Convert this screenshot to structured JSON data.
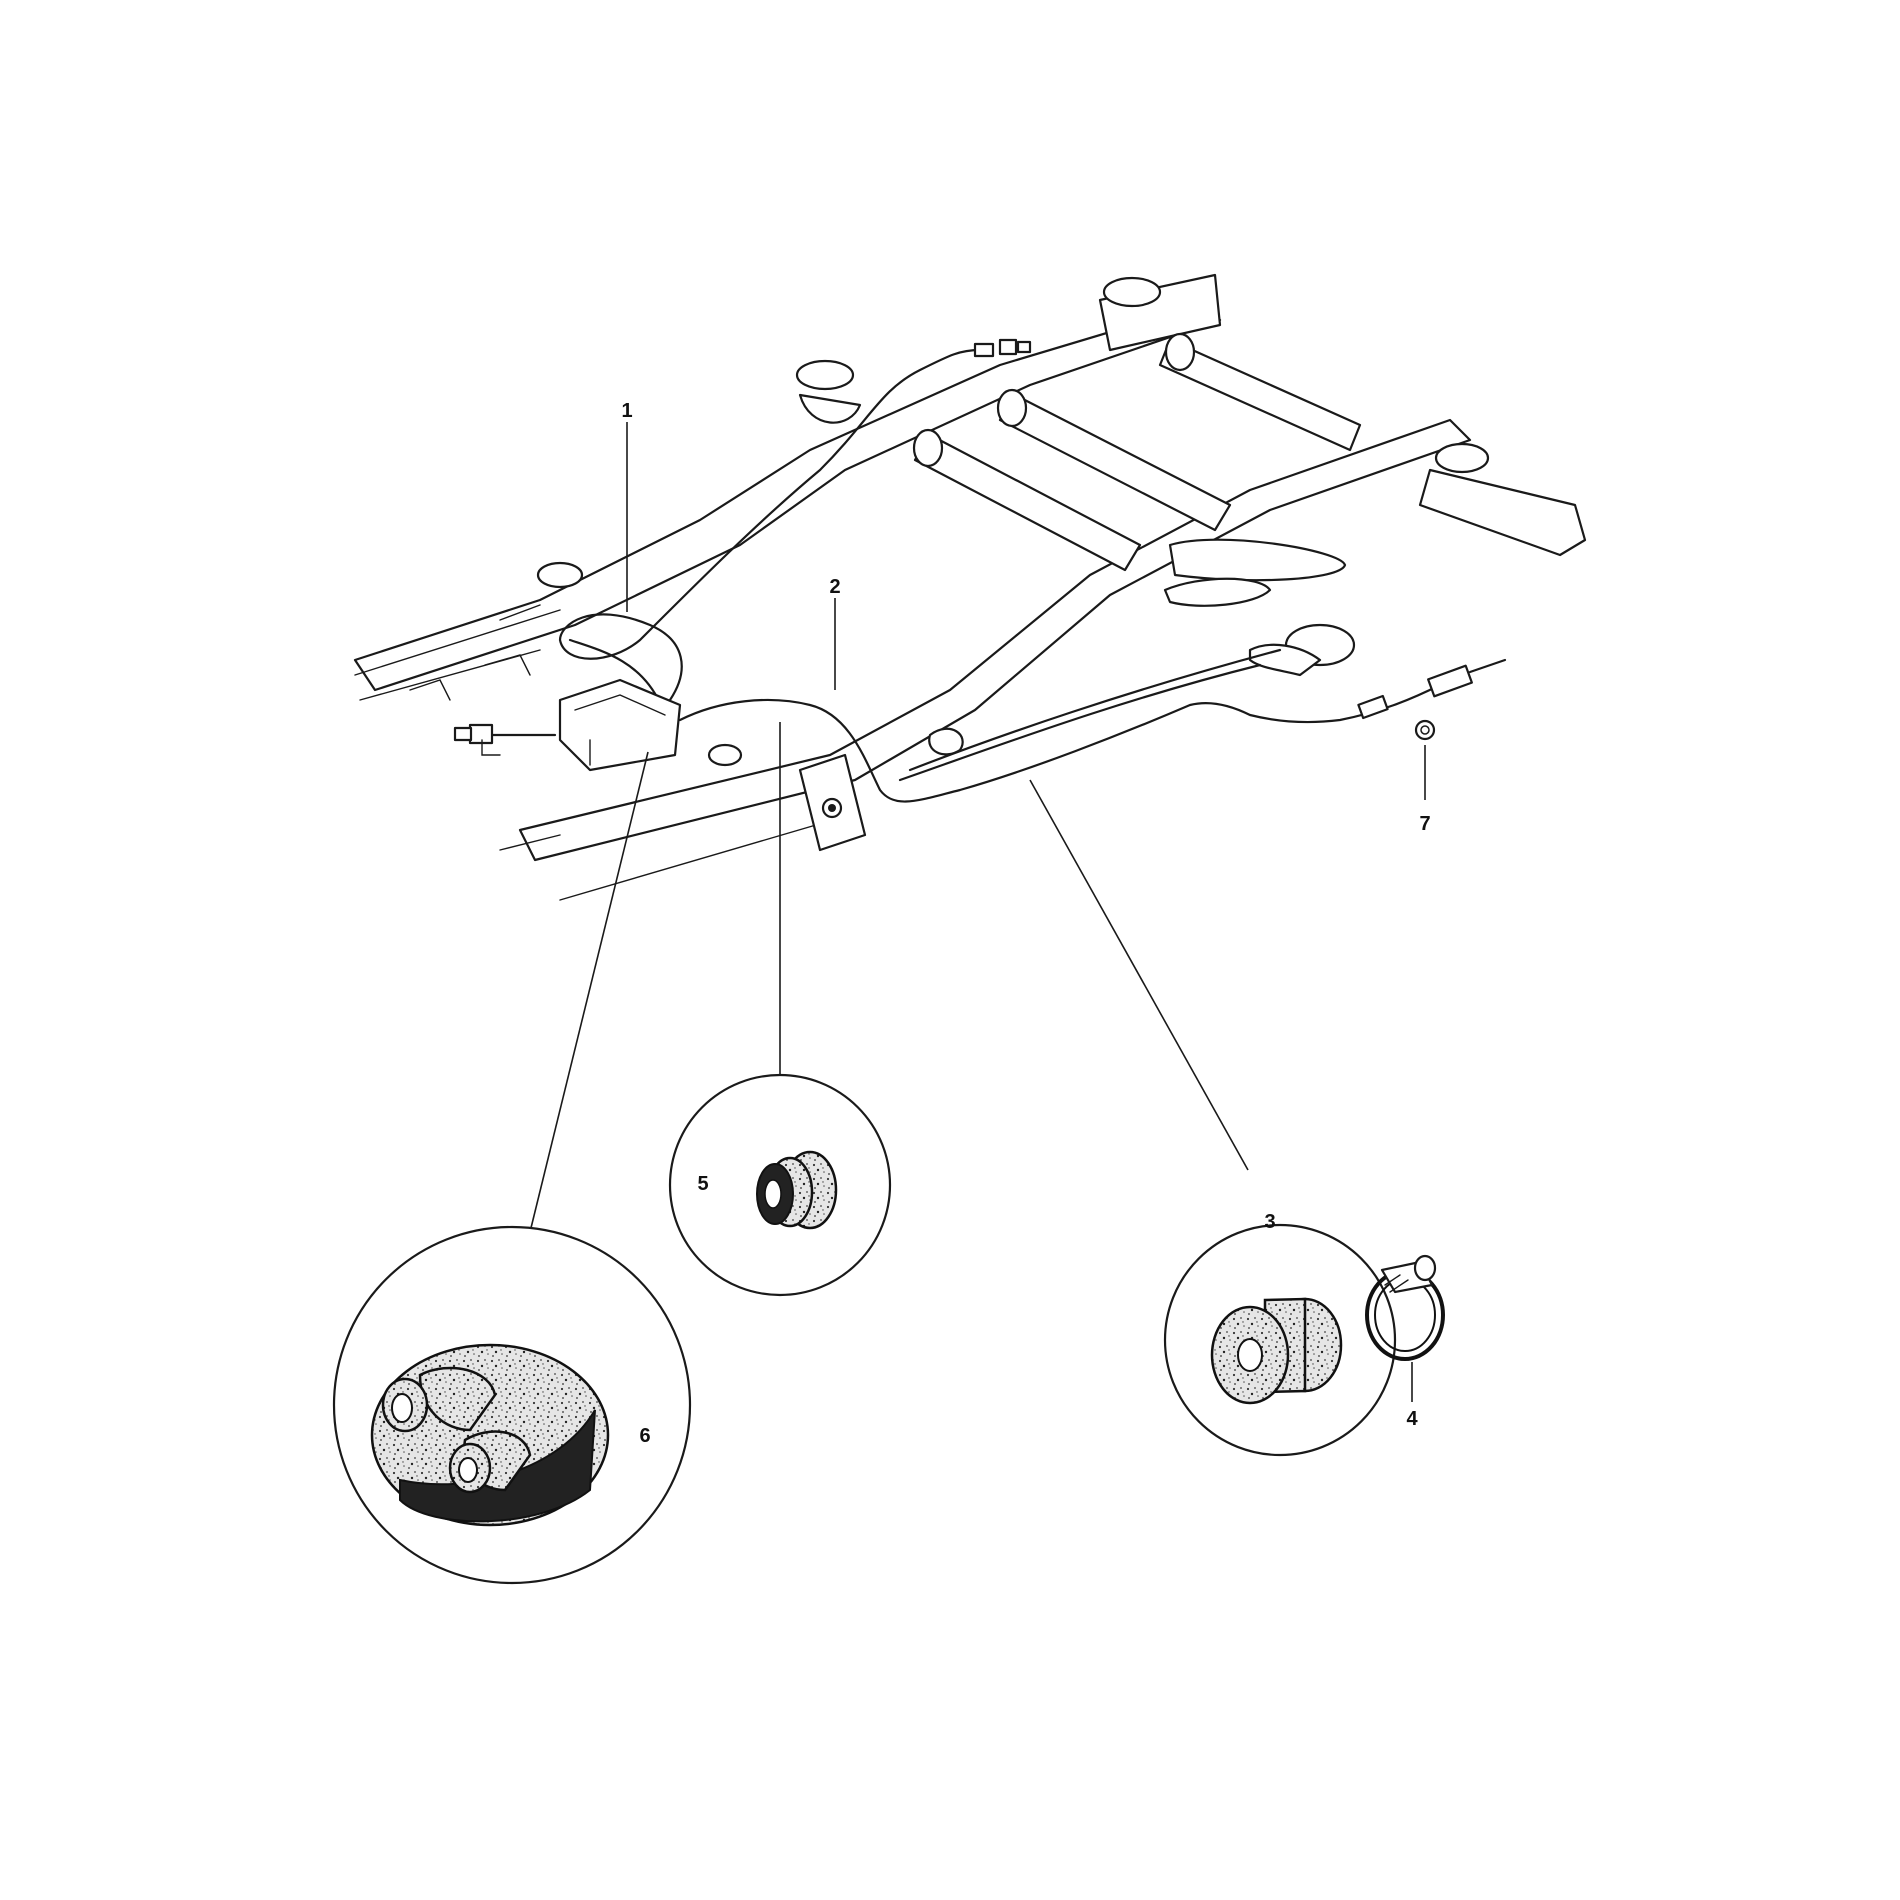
{
  "diagram": {
    "callouts": [
      {
        "id": "1",
        "label": "1"
      },
      {
        "id": "2",
        "label": "2"
      },
      {
        "id": "3",
        "label": "3"
      },
      {
        "id": "4",
        "label": "4"
      },
      {
        "id": "5",
        "label": "5"
      },
      {
        "id": "6",
        "label": "6"
      },
      {
        "id": "7",
        "label": "7"
      }
    ],
    "detail_views": [
      {
        "name": "grommet-detail",
        "parts": [
          "5"
        ]
      },
      {
        "name": "boot-detail",
        "parts": [
          "6"
        ]
      },
      {
        "name": "grommet-clamp-detail",
        "parts": [
          "3",
          "4"
        ]
      }
    ],
    "colors": {
      "ink": "#1a1a1a",
      "paper": "#ffffff"
    }
  }
}
